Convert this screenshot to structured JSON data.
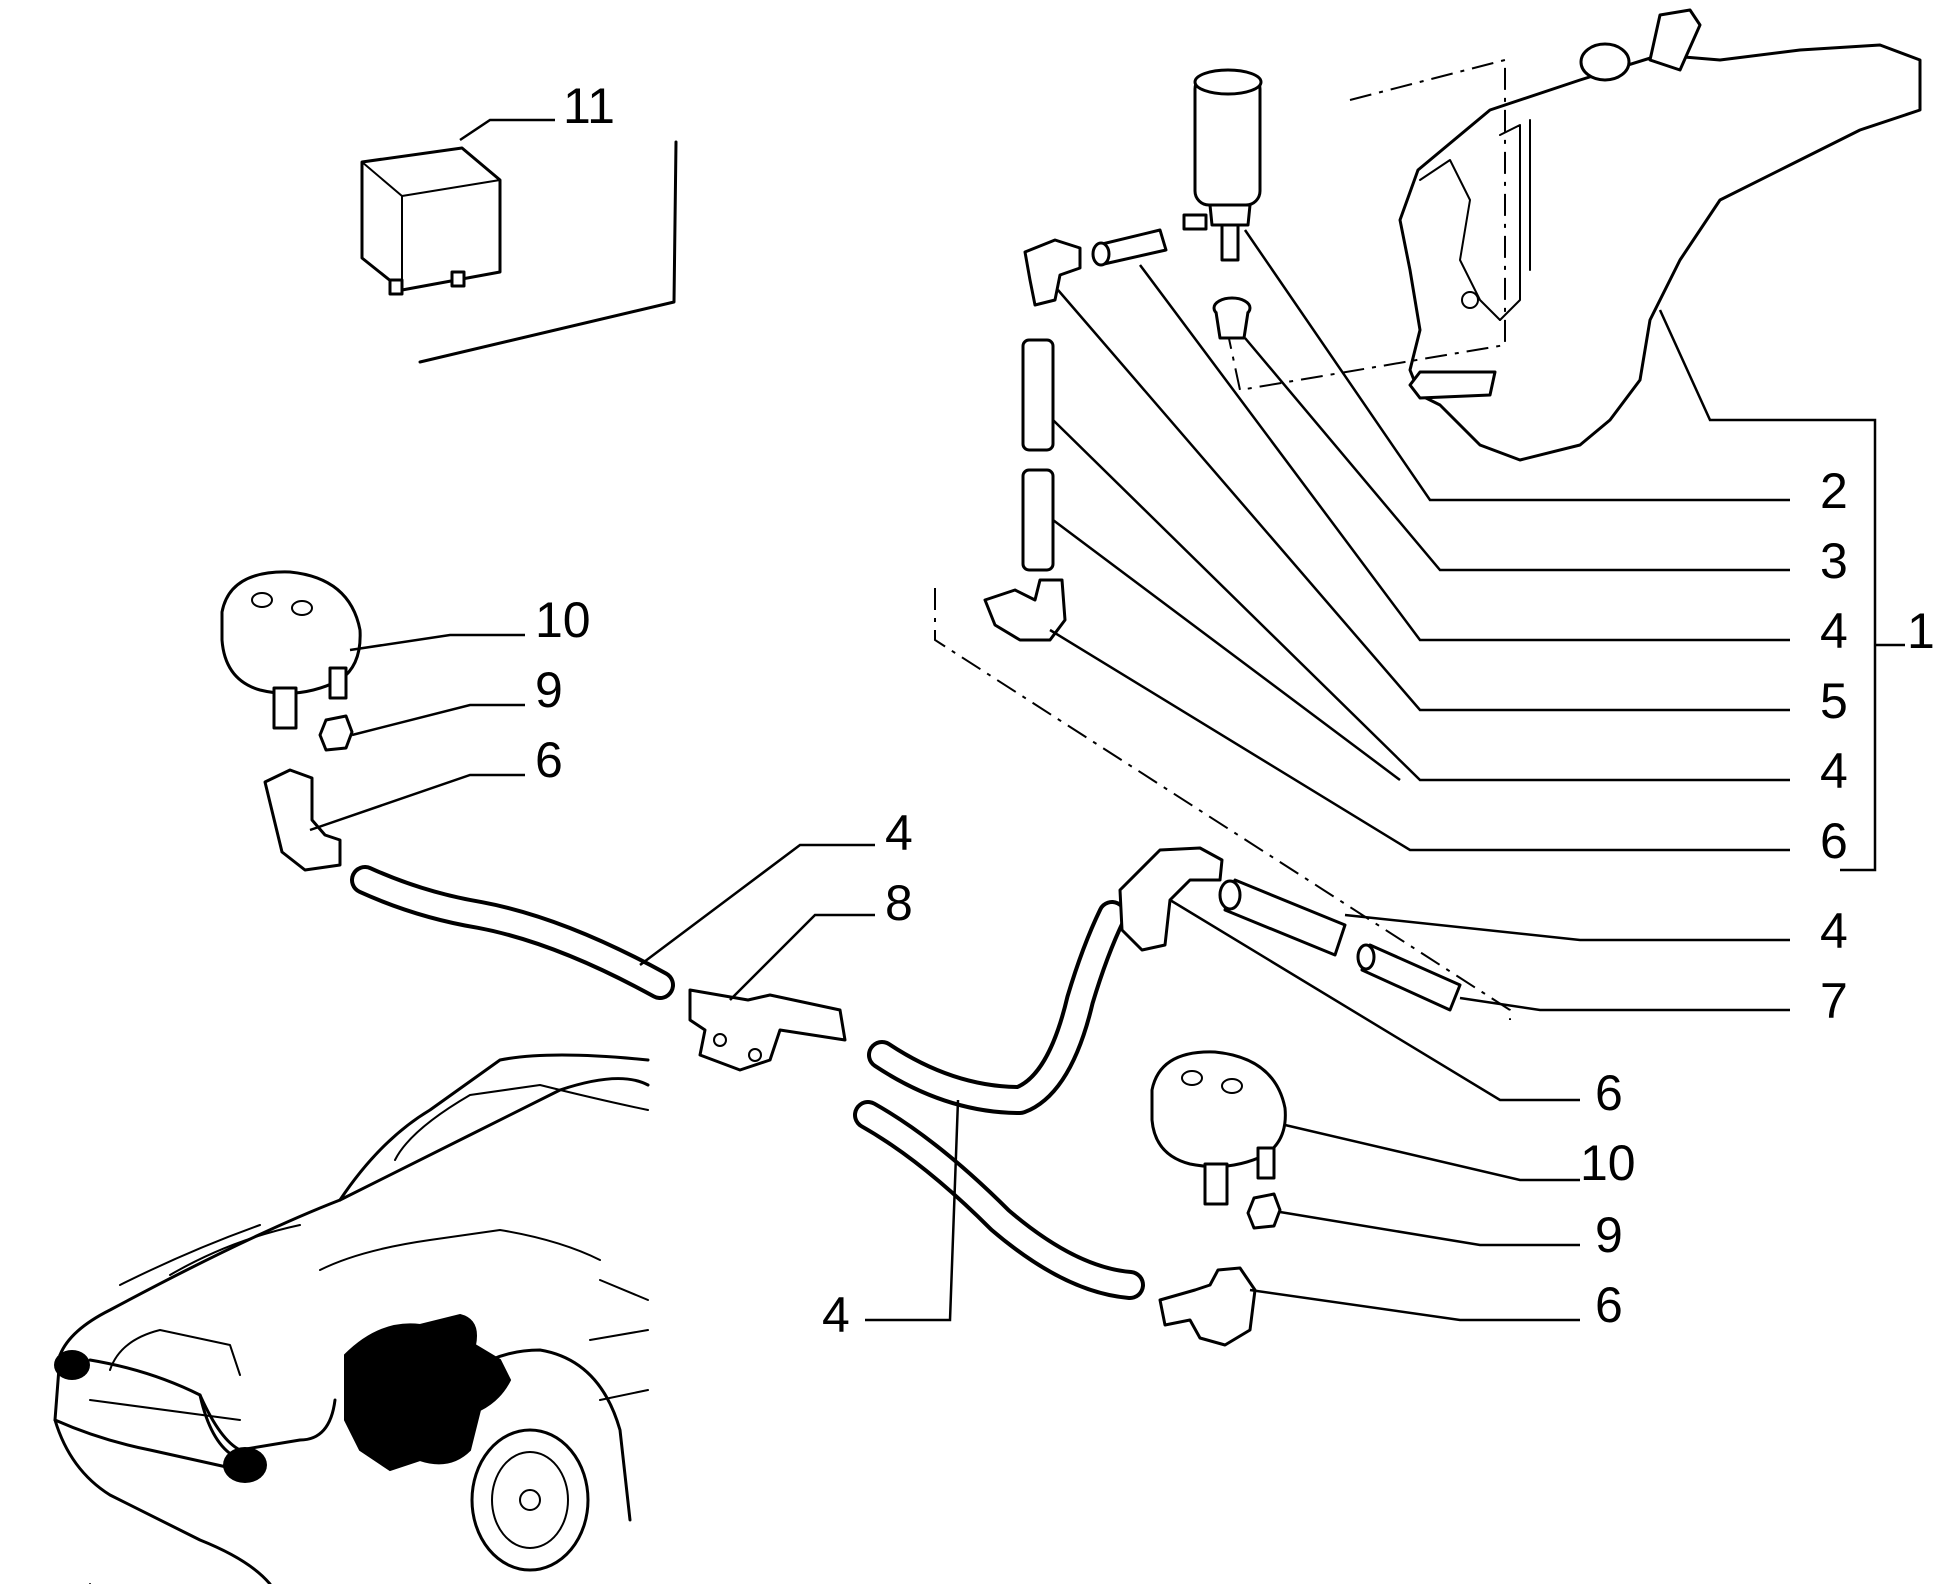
{
  "diagram": {
    "callouts": {
      "relay_11": "11",
      "tank_1": "1",
      "pump_2": "2",
      "grommet_3": "3",
      "hose_4_a": "4",
      "elbow_5": "5",
      "hose_4_b": "4",
      "elbow_6_a": "6",
      "hose_4_c": "4",
      "connector_7": "7",
      "nozzle_10_left": "10",
      "nut_9_left": "9",
      "elbow_6_left": "6",
      "hose_4_left": "4",
      "tee_8": "8",
      "elbow_6_mid": "6",
      "nozzle_10_right": "10",
      "nut_9_right": "9",
      "elbow_6_right": "6",
      "hose_4_bottom": "4"
    }
  }
}
